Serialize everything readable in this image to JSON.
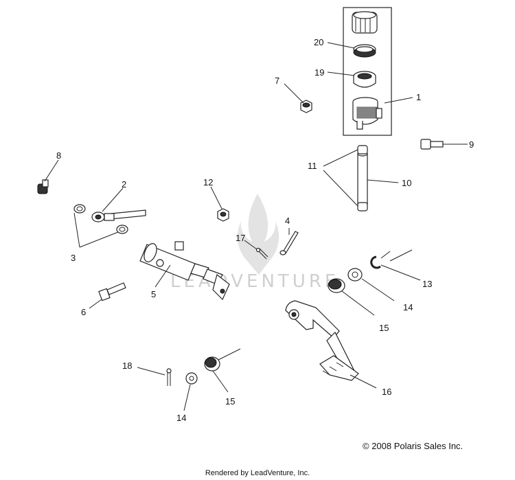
{
  "labels": [
    "1",
    "2",
    "3",
    "4",
    "5",
    "6",
    "7",
    "8",
    "9",
    "10",
    "11",
    "12",
    "13",
    "14",
    "15",
    "16",
    "17",
    "18",
    "19",
    "20",
    "14",
    "15"
  ],
  "watermark": "LEADVENTURE",
  "copyright": "© 2008 Polaris Sales Inc.",
  "rendered_by": "Rendered by LeadVenture, Inc."
}
